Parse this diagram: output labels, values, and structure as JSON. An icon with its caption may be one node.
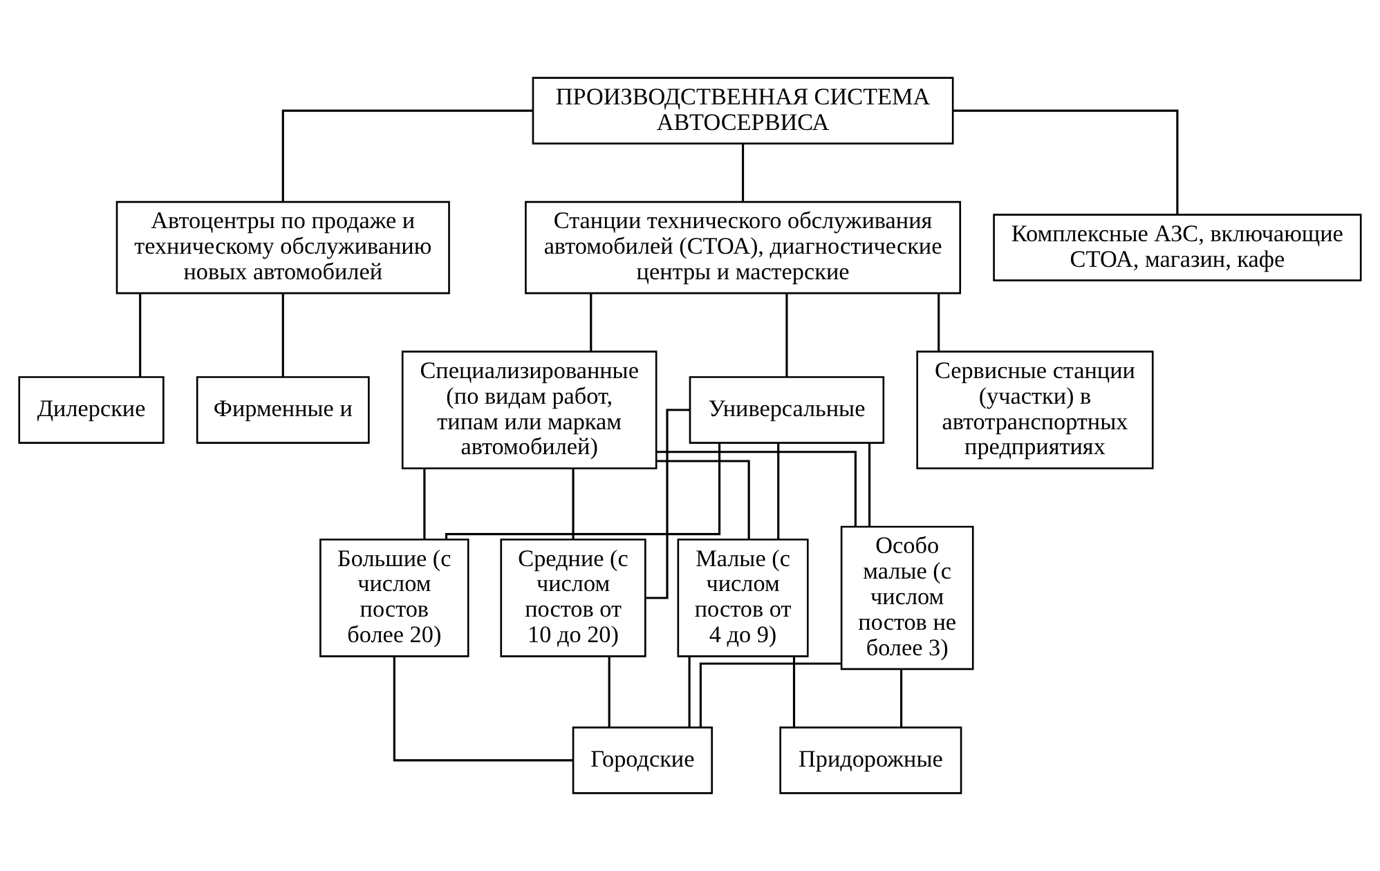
{
  "diagram": {
    "nodes": [
      {
        "text": [
          "ПРОИЗВОДСТВЕННАЯ СИСТЕМА АВТОСЕРВИСА"
        ]
      },
      {
        "text": [
          "Автоцентры по продаже и техническому обслуживанию новых автомобилей"
        ]
      },
      {
        "text": [
          "Станции технического обслуживания автомобилей (СТОА), диагностические центры и мастерские"
        ]
      },
      {
        "text": [
          "Комплексные АЗС, включающие СТОА, магазин, кафе"
        ]
      },
      {
        "text": [
          "Фирменные и"
        ]
      },
      {
        "text": [
          "Дилерские"
        ]
      },
      {
        "text": [
          "Универсальные"
        ]
      },
      {
        "text": [
          "Специализированные (по видам работ, типам или маркам автомобилей)"
        ]
      },
      {
        "text": [
          "Сервисные станции (участки) в автотранспортных предприятиях"
        ]
      },
      {
        "text": [
          "Большие (с числом постов более 20)"
        ]
      },
      {
        "text": [
          "Средние (с числом постов от 10 до 20)"
        ]
      },
      {
        "text": [
          "Малые (с числом постов от 4 до 9)"
        ]
      },
      {
        "text": [
          "Особо малые (с числом постов не более 3)"
        ]
      },
      {
        "text": [
          "Городские"
        ]
      },
      {
        "text": [
          "Придорожные"
        ]
      }
    ],
    "edges": [
      {
        "from": 0,
        "to": 1,
        "arrow": "none"
      },
      {
        "from": 0,
        "to": 2,
        "arrow": "none"
      },
      {
        "from": 0,
        "to": 3,
        "arrow": "none"
      },
      {
        "from": 1,
        "to": 4,
        "arrow": "none"
      },
      {
        "from": 1,
        "to": 5,
        "arrow": "none"
      },
      {
        "from": 2,
        "to": 6,
        "arrow": "none"
      },
      {
        "from": 2,
        "to": 7,
        "arrow": "none"
      },
      {
        "from": 2,
        "to": 8,
        "arrow": "none"
      },
      {
        "from": 6,
        "to": 9,
        "arrow": "none"
      },
      {
        "from": 6,
        "to": 10,
        "arrow": "none"
      },
      {
        "from": 6,
        "to": 11,
        "arrow": "none"
      },
      {
        "from": 6,
        "to": 12,
        "arrow": "none"
      },
      {
        "from": 7,
        "to": 9,
        "arrow": "none"
      },
      {
        "from": 7,
        "to": 10,
        "arrow": "none"
      },
      {
        "from": 7,
        "to": 11,
        "arrow": "none"
      },
      {
        "from": 7,
        "to": 12,
        "arrow": "none"
      },
      {
        "from": 9,
        "to": 13,
        "arrow": "none"
      },
      {
        "from": 10,
        "to": 13,
        "arrow": "none"
      },
      {
        "from": 11,
        "to": 13,
        "arrow": "none"
      },
      {
        "from": 11,
        "to": 14,
        "arrow": "none"
      },
      {
        "from": 12,
        "to": 13,
        "arrow": "none"
      },
      {
        "from": 12,
        "to": 14,
        "arrow": "none"
      }
    ]
  }
}
